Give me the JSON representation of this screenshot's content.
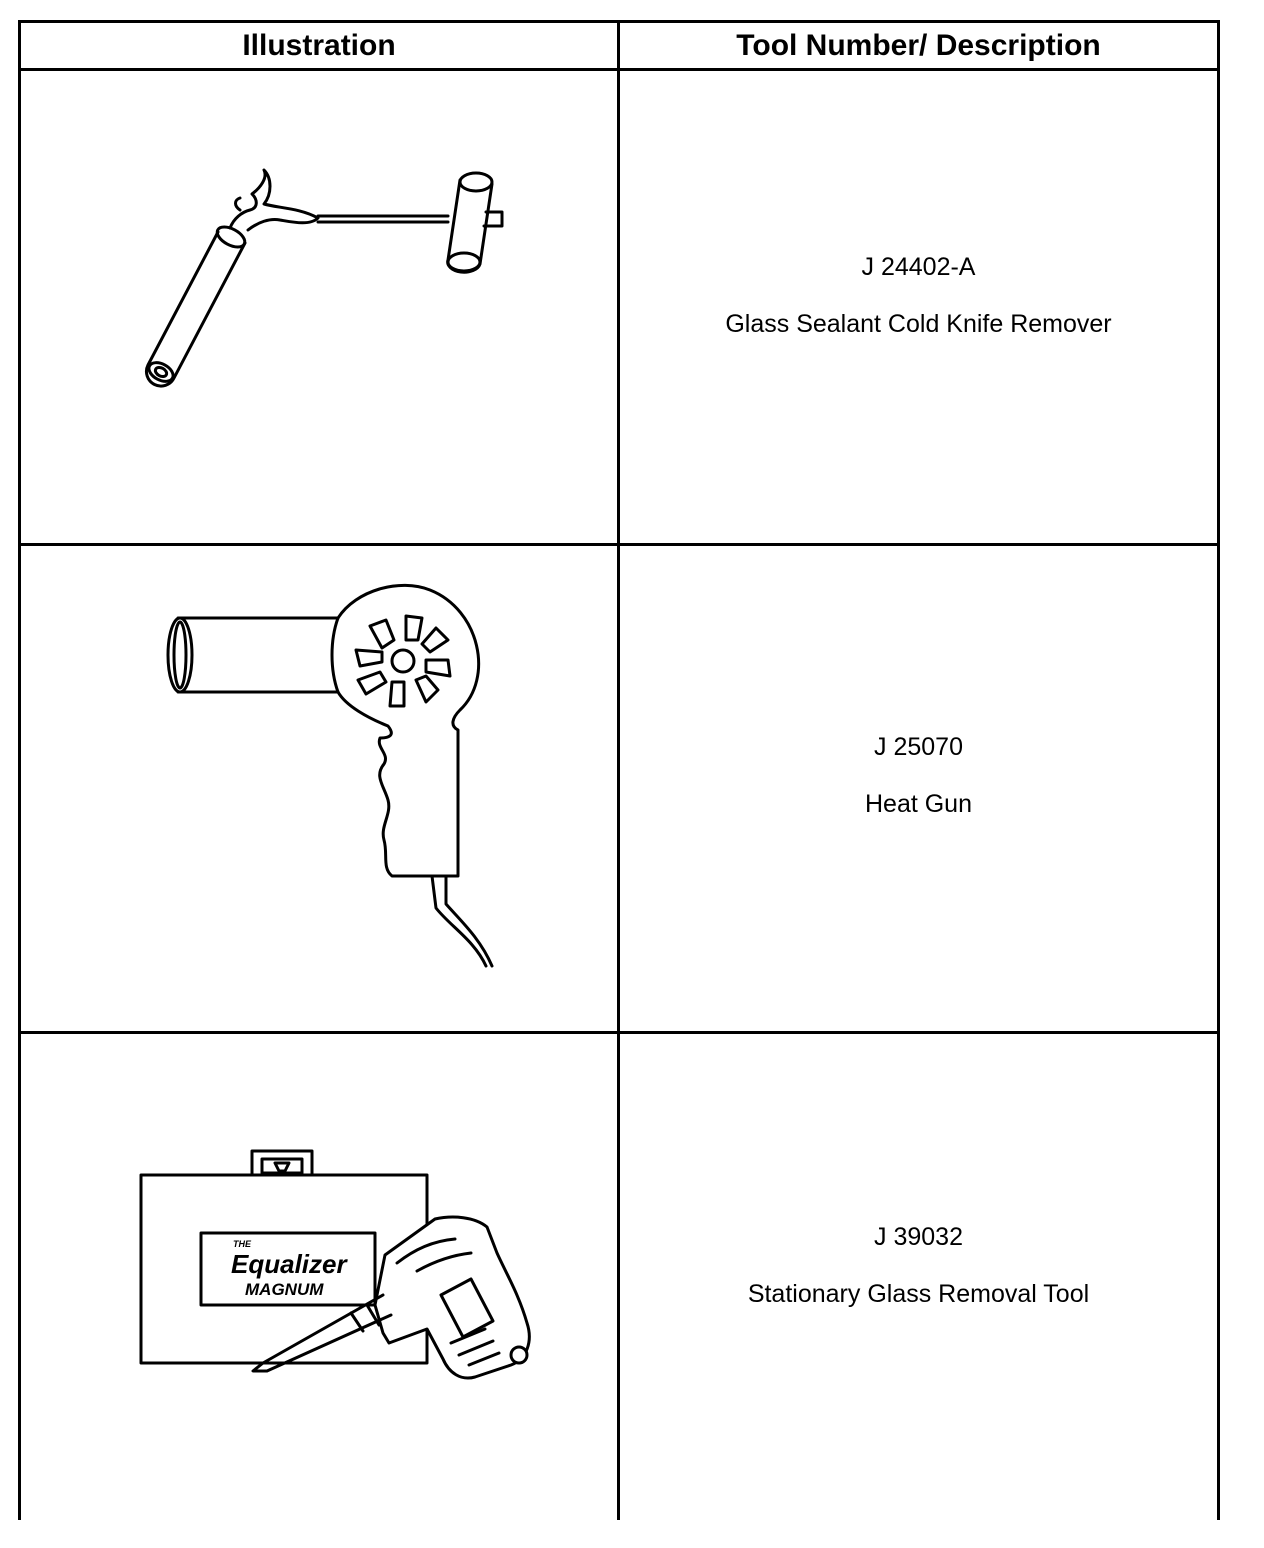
{
  "table": {
    "headers": {
      "illustration": "Illustration",
      "description": "Tool Number/ Description"
    },
    "rows": [
      {
        "tool_number": "J 24402-A",
        "description": "Glass Sealant Cold Knife Remover",
        "illustration_icon": "cold-knife-icon"
      },
      {
        "tool_number": "J 25070",
        "description": "Heat Gun",
        "illustration_icon": "heat-gun-icon"
      },
      {
        "tool_number": "J 39032",
        "description": "Stationary Glass Removal Tool",
        "illustration_icon": "equalizer-magnum-icon",
        "logo": {
          "small": "THE",
          "main": "Equalizer",
          "sub": "MAGNUM"
        }
      }
    ]
  }
}
